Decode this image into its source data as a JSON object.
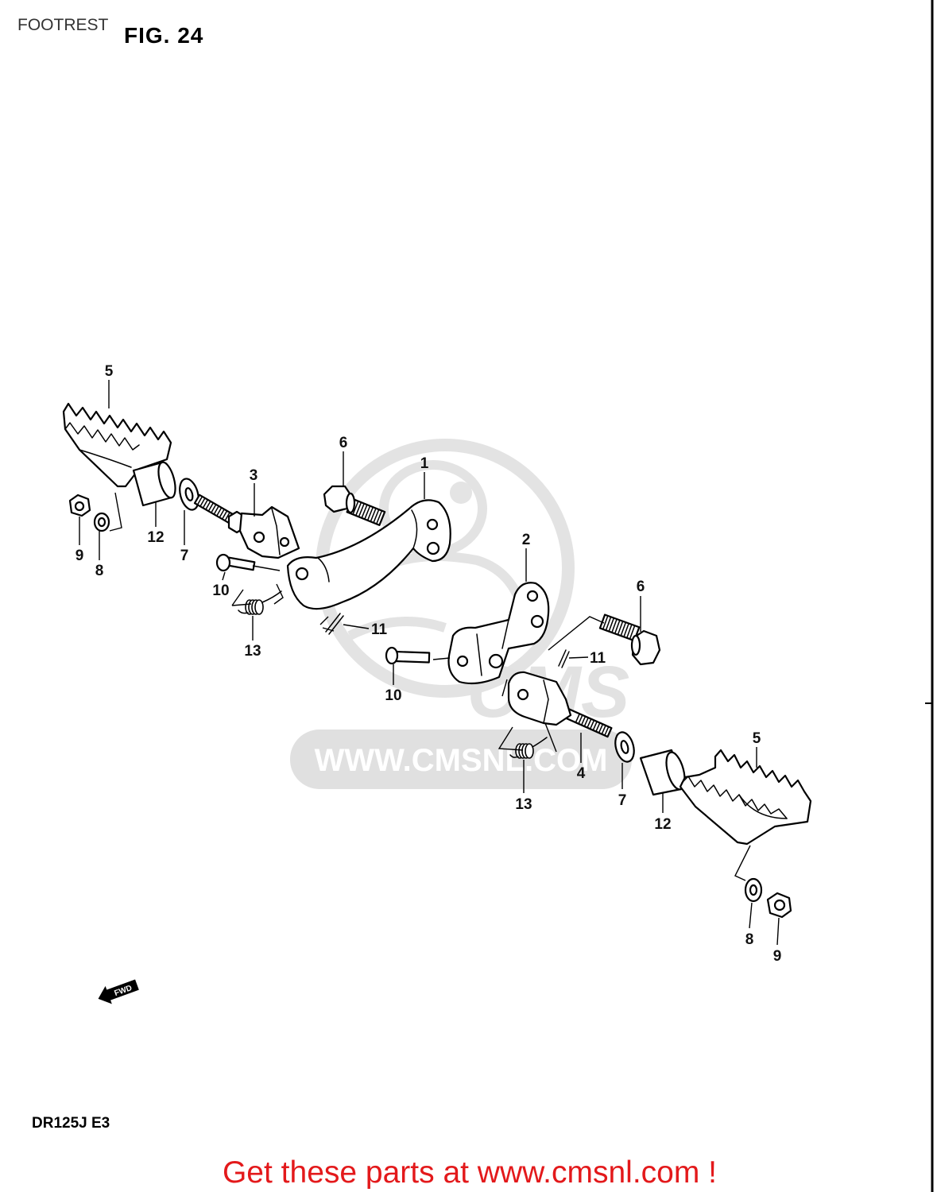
{
  "header": {
    "section_title": "FOOTREST",
    "figure_number": "FIG. 24"
  },
  "callouts": [
    "5",
    "6",
    "3",
    "1",
    "12",
    "7",
    "9",
    "8",
    "10",
    "13",
    "11",
    "2",
    "6",
    "11",
    "10",
    "4",
    "13",
    "7",
    "12",
    "5",
    "8",
    "9"
  ],
  "direction_arrow": {
    "label": "FWD",
    "icon": "forward-arrow-icon"
  },
  "model_code": "DR125J E3",
  "watermark": {
    "logo_text": "CMS",
    "url_text": "WWW.CMSNL.COM",
    "color": "#e2e2e2"
  },
  "footer": {
    "promo_text": "Get these parts at www.cmsnl.com !",
    "color": "#e3191b"
  }
}
